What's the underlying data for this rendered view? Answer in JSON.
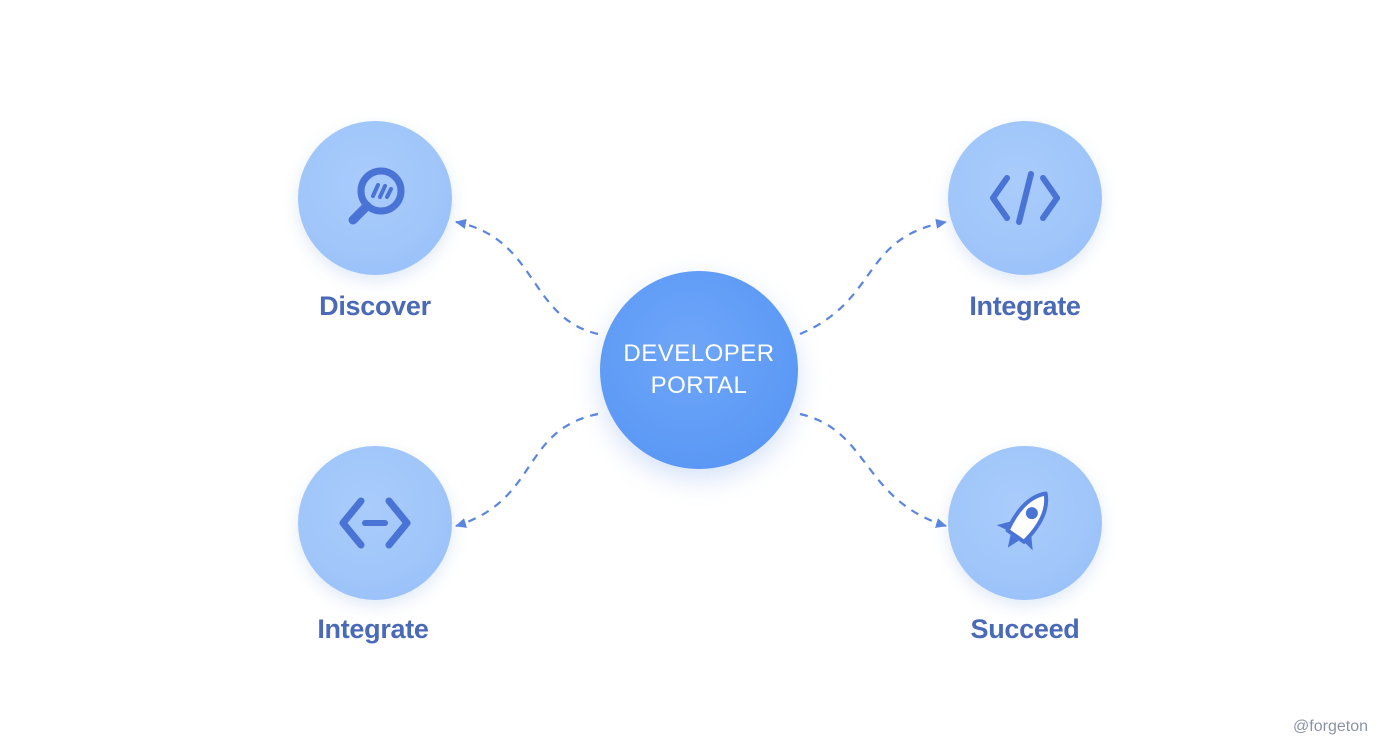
{
  "hub": {
    "line1": "DEVELOPER",
    "line2": "PORTAL"
  },
  "nodes": [
    {
      "label": "Discover",
      "icon": "magnifier-icon"
    },
    {
      "label": "Integrate",
      "icon": "code-brackets-icon"
    },
    {
      "label": "Integrate",
      "icon": "api-brackets-icon"
    },
    {
      "label": "Succeed",
      "icon": "rocket-icon"
    }
  ],
  "watermark": "@forgeton",
  "colors": {
    "node_fill": "#9fc5fa",
    "hub_fill": "#5e9bf6",
    "icon_stroke": "#4a73d6",
    "label_text": "#4a6ab8",
    "connector": "#5b86e0"
  }
}
